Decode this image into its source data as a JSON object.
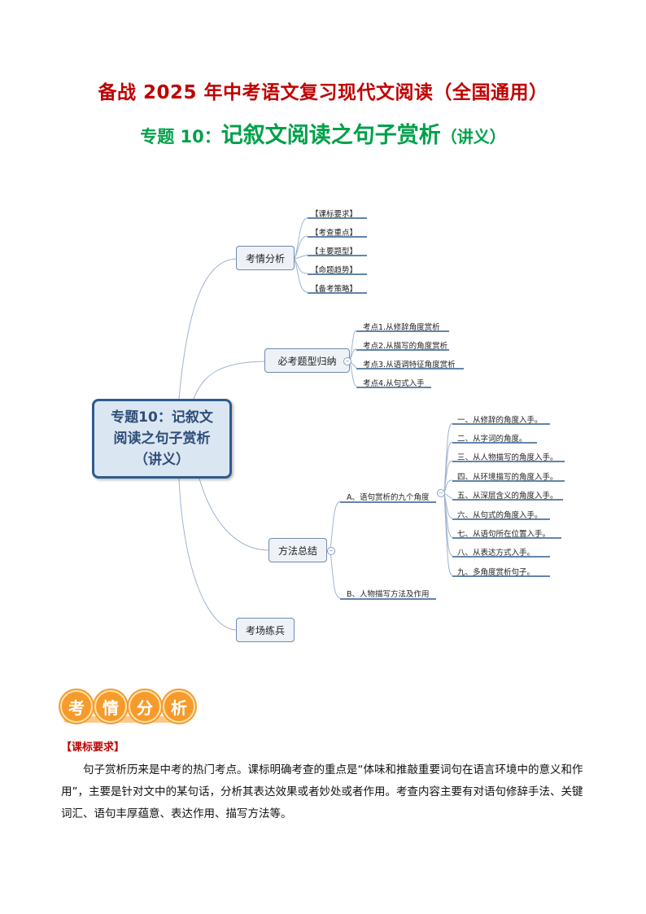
{
  "header": {
    "title": "备战 2025 年中考语文复习现代文阅读（全国通用）",
    "subtitle_pre": "专题 10：",
    "subtitle_main": "记叙文阅读之句子赏析",
    "subtitle_post": "（讲义）"
  },
  "mindmap": {
    "root": "专题10：记叙文阅读之句子赏析（讲义）",
    "branches": [
      {
        "label": "考情分析",
        "children": [
          "【课标要求】",
          "【考查重点】",
          "【主要题型】",
          "【命题趋势】",
          "【备考策略】"
        ]
      },
      {
        "label": "必考题型归纳",
        "children": [
          "考点1.从修辞角度赏析",
          "考点2.从描写的角度赏析",
          "考点3.从语调特征角度赏析",
          "考点4.从句式入手"
        ]
      },
      {
        "label": "方法总结",
        "children": [
          {
            "label": "A、语句赏析的九个角度",
            "children": [
              "一、从修辞的角度入手。",
              "二、从字词的角度。",
              "三、从人物描写的角度入手。",
              "四、从环境描写的角度入手。",
              "五、从深层含义的角度入手。",
              "六、从句式的角度入手。",
              "七、从语句所在位置入手。",
              "八、从表达方式入手。",
              "九、多角度赏析句子。"
            ]
          },
          {
            "label": "B、人物描写方法及作用",
            "children": []
          }
        ]
      },
      {
        "label": "考场练兵",
        "children": []
      }
    ],
    "toggle_symbol": "−",
    "colors": {
      "line": "#9fb3cf",
      "root_border": "#2e5b8e",
      "leaf_underline": "#2e5b8e"
    }
  },
  "section": {
    "logo_chars": [
      "考",
      "情",
      "分",
      "析"
    ],
    "label": "【课标要求】",
    "paragraph": "句子赏析历来是中考的热门考点。课标明确考查的重点是“体味和推敲重要词句在语言环境中的意义和作用”，主要是针对文中的某句话，分析其表达效果或者妙处或者作用。考查内容主要有对语句修辞手法、关键词汇、语句丰厚蕴意、表达作用、描写方法等。"
  }
}
